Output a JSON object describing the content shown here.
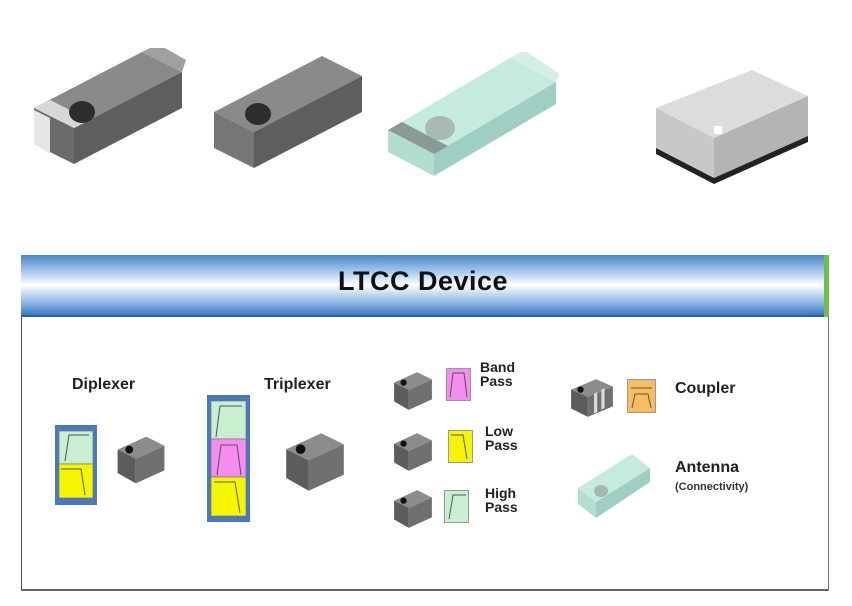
{
  "header": {
    "title": "LTCC Device"
  },
  "devices": {
    "diplexer": "Diplexer",
    "triplexer": "Triplexer",
    "band_pass": [
      "Band",
      "Pass"
    ],
    "low_pass": [
      "Low",
      "Pass"
    ],
    "high_pass": [
      "High",
      "Pass"
    ],
    "coupler": "Coupler",
    "antenna": "Antenna",
    "antenna_sub": "(Connectivity)"
  },
  "colors": {
    "header_blue": "#4a86c8",
    "high_pass_green": "#c8f0d0",
    "low_pass_yellow": "#f5f500",
    "band_pass_pink": "#f58cf0",
    "coupler_orange": "#f8bd5e",
    "diplexer_frame": "#4a78c0"
  }
}
